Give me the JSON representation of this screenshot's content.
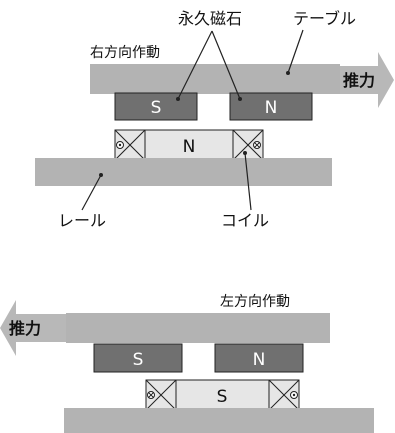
{
  "labels": {
    "permanent_magnet": "永久磁石",
    "table": "テーブル",
    "right_action": "右方向作動",
    "left_action": "左方向作動",
    "thrust": "推力",
    "rail": "レール",
    "coil": "コイル"
  },
  "top": {
    "magnet_left": "S",
    "magnet_right": "N",
    "coil_core": "N"
  },
  "bottom": {
    "magnet_left": "S",
    "magnet_right": "N",
    "coil_core": "S"
  },
  "colors": {
    "table": "#b3b3b3",
    "rail": "#b3b3b3",
    "magnet": "#707070",
    "coil_box": "#e6e6e6",
    "coil_core": "#e6e6e6",
    "arrow": "#b8b8b8",
    "line": "#222222"
  }
}
